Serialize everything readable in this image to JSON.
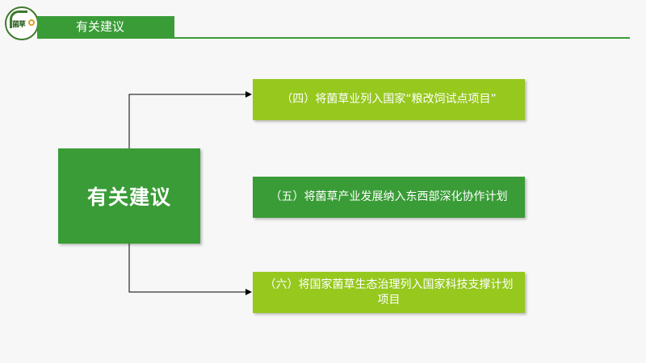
{
  "logo": {
    "text": "菌草"
  },
  "header": {
    "title": "有关建议"
  },
  "center": {
    "label": "有关建议"
  },
  "suggestions": [
    {
      "text": "（四）将菌草业列入国家“粮改饲试点项目”"
    },
    {
      "text": "（五）将菌草产业发展纳入东西部深化协作计划"
    },
    {
      "text": "（六）将国家菌草生态治理列入国家科技支撑计划项目"
    }
  ],
  "colors": {
    "dark_green": "#3a9c37",
    "light_green": "#96c81e",
    "background": "#f7f7f7"
  }
}
